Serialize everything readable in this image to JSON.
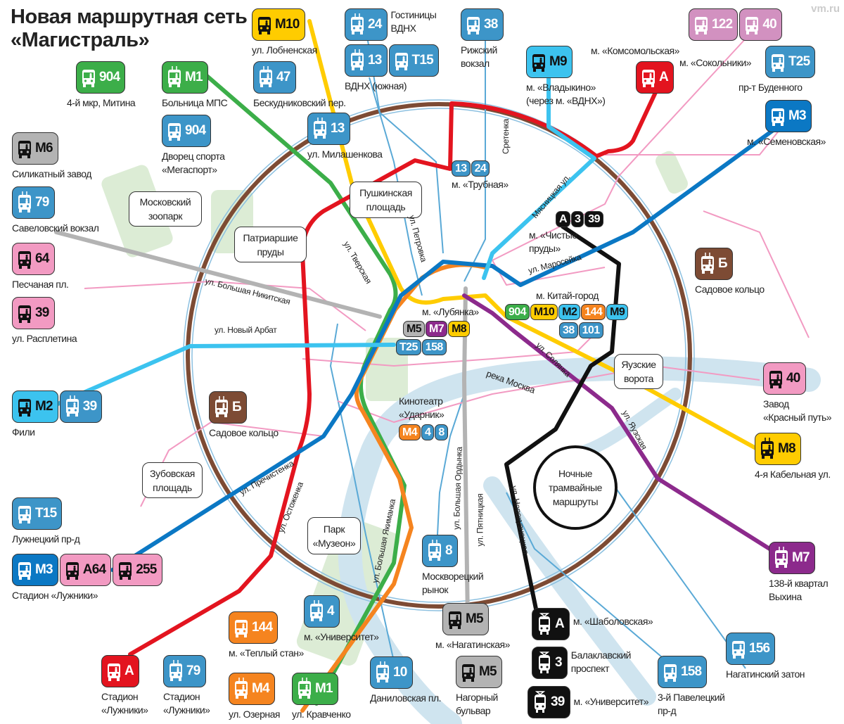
{
  "title": "Новая маршрутная сеть\n«Магистраль»",
  "watermark": "vm.ru",
  "colors": {
    "trolley_blue": "#3d95c8",
    "bus_blue": "#0b78c4",
    "light_blue": "#3cc3ef",
    "green": "#3cae49",
    "yellow": "#ffcc00",
    "orange": "#f5841f",
    "red": "#e3141f",
    "purple": "#8c2a8c",
    "pink": "#f29ac2",
    "mauve": "#d291c0",
    "gray": "#b3b3b3",
    "brown": "#7d4b34",
    "black": "#111111"
  },
  "stops": [
    {
      "routes": [
        {
          "label": "М10",
          "type": "bus",
          "color": "#ffcc00",
          "ink": "#111"
        }
      ],
      "caption": "ул. Лобненская"
    },
    {
      "routes": [
        {
          "label": "24",
          "type": "trolley",
          "color": "#3d95c8",
          "ink": "#fff"
        }
      ],
      "caption": "Гостиницы\nВДНХ"
    },
    {
      "routes": [
        {
          "label": "13",
          "type": "trolley",
          "color": "#3d95c8",
          "ink": "#fff"
        },
        {
          "label": "Т15",
          "type": "bus",
          "color": "#3d95c8",
          "ink": "#fff"
        }
      ],
      "caption": "ВДНХ (южная)"
    },
    {
      "routes": [
        {
          "label": "38",
          "type": "bus",
          "color": "#3d95c8",
          "ink": "#fff"
        }
      ],
      "caption": "Рижский\nвокзал"
    },
    {
      "routes": [
        {
          "label": "М9",
          "type": "bus",
          "color": "#3cc3ef",
          "ink": "#111"
        }
      ],
      "caption": "м. «Владыкино»\n(через м. «ВДНХ»)"
    },
    {
      "routes": [
        {
          "label": "122",
          "type": "bus",
          "color": "#d291c0",
          "ink": "#fff"
        },
        {
          "label": "40",
          "type": "bus",
          "color": "#d291c0",
          "ink": "#fff"
        }
      ],
      "caption": ""
    },
    {
      "routes": [
        {
          "label": "А",
          "type": "bus",
          "color": "#e3141f",
          "ink": "#fff"
        }
      ],
      "caption": ""
    },
    {
      "routes": [
        {
          "label": "Т25",
          "type": "bus",
          "color": "#3d95c8",
          "ink": "#fff"
        }
      ],
      "caption": "пр-т Буденного"
    },
    {
      "routes": [
        {
          "label": "М3",
          "type": "bus",
          "color": "#0b78c4",
          "ink": "#fff"
        }
      ],
      "caption": "м. «Семеновская»"
    },
    {
      "routes": [
        {
          "label": "904",
          "type": "bus",
          "color": "#3cae49",
          "ink": "#fff"
        }
      ],
      "caption": "4-й мкр, Митина"
    },
    {
      "routes": [
        {
          "label": "М1",
          "type": "trolley",
          "color": "#3cae49",
          "ink": "#fff"
        }
      ],
      "caption": "Больница МПС"
    },
    {
      "routes": [
        {
          "label": "47",
          "type": "trolley",
          "color": "#3d95c8",
          "ink": "#fff"
        }
      ],
      "caption": "Бескудниковский пер."
    },
    {
      "routes": [
        {
          "label": "904",
          "type": "bus",
          "color": "#3d95c8",
          "ink": "#fff"
        }
      ],
      "caption": "Дворец спорта\n«Мегаспорт»"
    },
    {
      "routes": [
        {
          "label": "13",
          "type": "trolley",
          "color": "#3d95c8",
          "ink": "#fff"
        }
      ],
      "caption": "ул. Милашенкова"
    },
    {
      "routes": [
        {
          "label": "М6",
          "type": "bus",
          "color": "#b3b3b3",
          "ink": "#111"
        }
      ],
      "caption": "Силикатный завод"
    },
    {
      "routes": [
        {
          "label": "79",
          "type": "trolley",
          "color": "#3d95c8",
          "ink": "#fff"
        }
      ],
      "caption": "Савеловский вокзал"
    },
    {
      "routes": [
        {
          "label": "64",
          "type": "bus",
          "color": "#f29ac2",
          "ink": "#111"
        }
      ],
      "caption": "Песчаная пл."
    },
    {
      "routes": [
        {
          "label": "39",
          "type": "bus",
          "color": "#f29ac2",
          "ink": "#111"
        }
      ],
      "caption": "ул. Расплетина"
    },
    {
      "routes": [
        {
          "label": "М2",
          "type": "bus",
          "color": "#3cc3ef",
          "ink": "#111"
        },
        {
          "label": "39",
          "type": "trolley",
          "color": "#3d95c8",
          "ink": "#fff"
        }
      ],
      "caption": "Фили"
    },
    {
      "routes": [
        {
          "label": "Б",
          "type": "trolley",
          "color": "#7d4b34",
          "ink": "#fff"
        }
      ],
      "caption": "Садовое кольцо"
    },
    {
      "routes": [
        {
          "label": "Т15",
          "type": "bus",
          "color": "#3d95c8",
          "ink": "#fff"
        }
      ],
      "caption": "Лужнецкий пр-д"
    },
    {
      "routes": [
        {
          "label": "М3",
          "type": "bus",
          "color": "#0b78c4",
          "ink": "#fff"
        },
        {
          "label": "А64",
          "type": "bus",
          "color": "#f29ac2",
          "ink": "#111"
        },
        {
          "label": "255",
          "type": "bus",
          "color": "#f29ac2",
          "ink": "#111"
        }
      ],
      "caption": "Стадион «Лужники»"
    },
    {
      "routes": [
        {
          "label": "А",
          "type": "bus",
          "color": "#e3141f",
          "ink": "#fff"
        }
      ],
      "caption": "Стадион\n«Лужники»"
    },
    {
      "routes": [
        {
          "label": "79",
          "type": "trolley",
          "color": "#3d95c8",
          "ink": "#fff"
        }
      ],
      "caption": "Стадион\n«Лужники»"
    },
    {
      "routes": [
        {
          "label": "144",
          "type": "bus",
          "color": "#f5841f",
          "ink": "#fff"
        }
      ],
      "caption": "м. «Теплый стан»"
    },
    {
      "routes": [
        {
          "label": "4",
          "type": "trolley",
          "color": "#3d95c8",
          "ink": "#fff"
        }
      ],
      "caption": "м. «Университет»"
    },
    {
      "routes": [
        {
          "label": "М4",
          "type": "trolley",
          "color": "#f5841f",
          "ink": "#fff"
        }
      ],
      "caption": "ул. Озерная"
    },
    {
      "routes": [
        {
          "label": "М1",
          "type": "trolley",
          "color": "#3cae49",
          "ink": "#fff"
        }
      ],
      "caption": "ул. Кравченко"
    },
    {
      "routes": [
        {
          "label": "10",
          "type": "trolley",
          "color": "#3d95c8",
          "ink": "#fff"
        }
      ],
      "caption": "Даниловская пл."
    },
    {
      "routes": [
        {
          "label": "8",
          "type": "trolley",
          "color": "#3d95c8",
          "ink": "#fff"
        }
      ],
      "caption": "Москворецкий\nрынок"
    },
    {
      "routes": [
        {
          "label": "М5",
          "type": "bus",
          "color": "#b3b3b3",
          "ink": "#111"
        }
      ],
      "caption": "м. «Нагатинская»"
    },
    {
      "routes": [
        {
          "label": "М5",
          "type": "bus",
          "color": "#b3b3b3",
          "ink": "#111"
        }
      ],
      "caption": "Нагорный\nбульвар"
    },
    {
      "routes": [
        {
          "label": "А",
          "type": "tram",
          "color": "#111111",
          "ink": "#fff"
        }
      ],
      "caption": "м. «Шаболовская»"
    },
    {
      "routes": [
        {
          "label": "3",
          "type": "tram",
          "color": "#111111",
          "ink": "#fff"
        }
      ],
      "caption": "Балаклавский\nпроспект"
    },
    {
      "routes": [
        {
          "label": "39",
          "type": "tram",
          "color": "#111111",
          "ink": "#fff"
        }
      ],
      "caption": "м. «Университет»"
    },
    {
      "routes": [
        {
          "label": "158",
          "type": "bus",
          "color": "#3d95c8",
          "ink": "#fff"
        }
      ],
      "caption": "3-й Павелецкий\nпр-д"
    },
    {
      "routes": [
        {
          "label": "156",
          "type": "bus",
          "color": "#3d95c8",
          "ink": "#fff"
        }
      ],
      "caption": "Нагатинский затон"
    },
    {
      "routes": [
        {
          "label": "М7",
          "type": "trolley",
          "color": "#8c2a8c",
          "ink": "#fff"
        }
      ],
      "caption": "138-й квартал\nВыхина"
    },
    {
      "routes": [
        {
          "label": "М8",
          "type": "trolley",
          "color": "#ffcc00",
          "ink": "#111"
        }
      ],
      "caption": "4-я Кабельная ул."
    },
    {
      "routes": [
        {
          "label": "40",
          "type": "bus",
          "color": "#f29ac2",
          "ink": "#111"
        }
      ],
      "caption": "Завод\n«Красный путь»"
    },
    {
      "routes": [
        {
          "label": "Б",
          "type": "trolley",
          "color": "#7d4b34",
          "ink": "#fff"
        }
      ],
      "caption": "Садовое кольцо"
    }
  ],
  "extra_labels": {
    "komsomolskaya": "м. «Комсомольская»",
    "sokolniki": "м. «Сокольники»"
  },
  "nodes": [
    {
      "caption": "м. «Трубная»",
      "rows": [
        [
          {
            "label": "13",
            "color": "#3d95c8",
            "ink": "#fff"
          },
          {
            "label": "24",
            "color": "#3d95c8",
            "ink": "#fff"
          }
        ]
      ]
    },
    {
      "caption": "м. «Чистые\nпруды»",
      "rows": [
        [
          {
            "label": "А",
            "color": "#111111",
            "ink": "#fff"
          },
          {
            "label": "3",
            "color": "#111111",
            "ink": "#fff"
          },
          {
            "label": "39",
            "color": "#111111",
            "ink": "#fff"
          }
        ]
      ]
    },
    {
      "caption": "м. Китай-город",
      "rows": [
        [
          {
            "label": "904",
            "color": "#3cae49",
            "ink": "#fff"
          },
          {
            "label": "М10",
            "color": "#ffcc00",
            "ink": "#111"
          },
          {
            "label": "М2",
            "color": "#3cc3ef",
            "ink": "#111"
          },
          {
            "label": "144",
            "color": "#f5841f",
            "ink": "#fff"
          },
          {
            "label": "М9",
            "color": "#3cc3ef",
            "ink": "#111"
          }
        ],
        [
          {
            "label": "38",
            "color": "#3d95c8",
            "ink": "#fff"
          },
          {
            "label": "101",
            "color": "#3d95c8",
            "ink": "#fff"
          }
        ]
      ]
    },
    {
      "caption": "м. «Лубянка»",
      "rows": [
        [
          {
            "label": "М5",
            "color": "#b3b3b3",
            "ink": "#111"
          },
          {
            "label": "М7",
            "color": "#8c2a8c",
            "ink": "#fff"
          },
          {
            "label": "М8",
            "color": "#ffcc00",
            "ink": "#111"
          }
        ],
        [
          {
            "label": "Т25",
            "color": "#3d95c8",
            "ink": "#fff"
          },
          {
            "label": "158",
            "color": "#3d95c8",
            "ink": "#fff"
          }
        ]
      ]
    },
    {
      "caption": "Кинотеатр\n«Ударник»",
      "rows": [
        [
          {
            "label": "М4",
            "color": "#f5841f",
            "ink": "#fff"
          },
          {
            "label": "4",
            "color": "#3d95c8",
            "ink": "#fff"
          },
          {
            "label": "8",
            "color": "#3d95c8",
            "ink": "#fff"
          }
        ]
      ]
    }
  ],
  "landmarks": [
    "Московский\nзоопарк",
    "Патриаршие\nпруды",
    "Пушкинская\nплощадь",
    "Зубовская\nплощадь",
    "Парк\n«Музеон»",
    "Яузские\nворота",
    "Ночные\nтрамвайные\nмаршруты"
  ],
  "streets": [
    "ул. Петровка",
    "ул. Тверская",
    "Сретенка",
    "Мясницкая ул.",
    "ул. Маросейка",
    "ул. Большая Никитская",
    "ул. Новый Арбат",
    "ул. Солянка",
    "река Москва",
    "ул. Яузская",
    "ул. Пречистенка",
    "ул. Остоженка",
    "ул. Большая Якиманка",
    "ул. Большая Ордынка",
    "ул. Пятницкая",
    "ул. Новокузнецкая"
  ]
}
